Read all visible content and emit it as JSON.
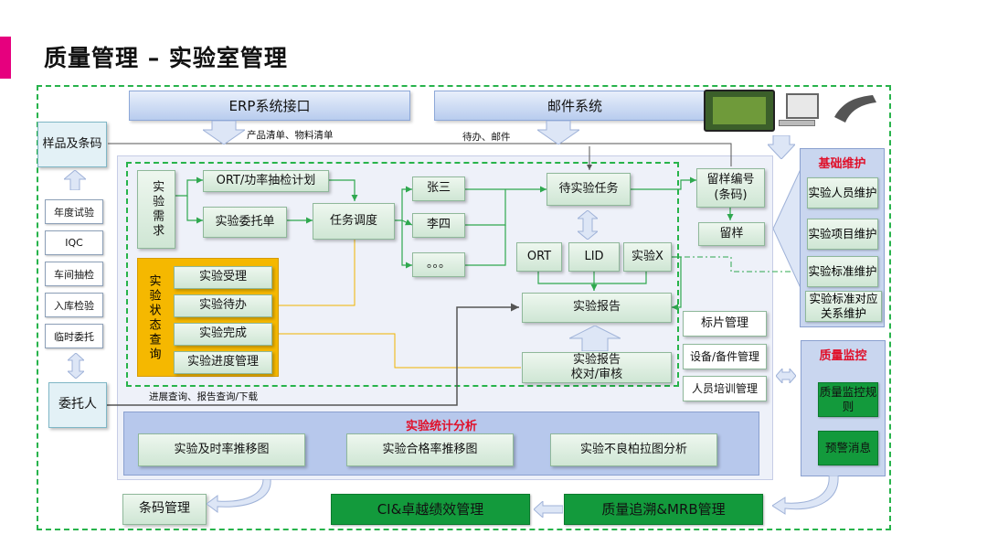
{
  "title": "质量管理 – 实验室管理",
  "top": {
    "erp": "ERP系统接口",
    "mail": "邮件系统",
    "erp_note": "产品清单、物料清单",
    "mail_note": "待办、邮件"
  },
  "left": {
    "sample": "样品及条码",
    "items": [
      "年度试验",
      "IQC",
      "车间抽检",
      "入库检验",
      "临时委托"
    ],
    "client": "委托人"
  },
  "flow": {
    "requirement": "实验需求",
    "plan": "ORT/功率抽检计划",
    "entrust": "实验委托单",
    "dispatch": "任务调度",
    "persons": [
      "张三",
      "李四",
      "。。。"
    ],
    "pending_task": "待实验任务",
    "tests": [
      "ORT",
      "LID",
      "实验X"
    ],
    "report": "实验报告",
    "report_review_1": "实验报告",
    "report_review_2": "校对/审核"
  },
  "status": {
    "label": "实验状态查询",
    "items": [
      "实验受理",
      "实验待办",
      "实验完成",
      "实验进度管理"
    ],
    "query_note": "进展查询、报告查询/下载"
  },
  "right_mid": {
    "sample_no_1": "留样编号",
    "sample_no_2": "(条码)",
    "keep": "留样",
    "label_mgmt": "标片管理",
    "equipment": "设备/备件管理",
    "training": "人员培训管理"
  },
  "stats": {
    "heading": "实验统计分析",
    "items": [
      "实验及时率推移图",
      "实验合格率推移图",
      "实验不良柏拉图分析"
    ]
  },
  "basic": {
    "heading": "基础维护",
    "items": [
      "实验人员维护",
      "实验项目维护",
      "实验标准维护",
      "实验标准对应关系维护"
    ]
  },
  "quality": {
    "heading": "质量监控",
    "items": [
      "质量监控规则",
      "预警消息"
    ]
  },
  "bottom": {
    "barcode": "条码管理",
    "ci": "CI&卓越绩效管理",
    "trace": "质量追溯&MRB管理"
  },
  "colors": {
    "accent": "#e6007e",
    "dash": "#27b34b",
    "orange": "#f5b800",
    "red_heading": "#e0102a",
    "dark_green": "#139a3c"
  }
}
